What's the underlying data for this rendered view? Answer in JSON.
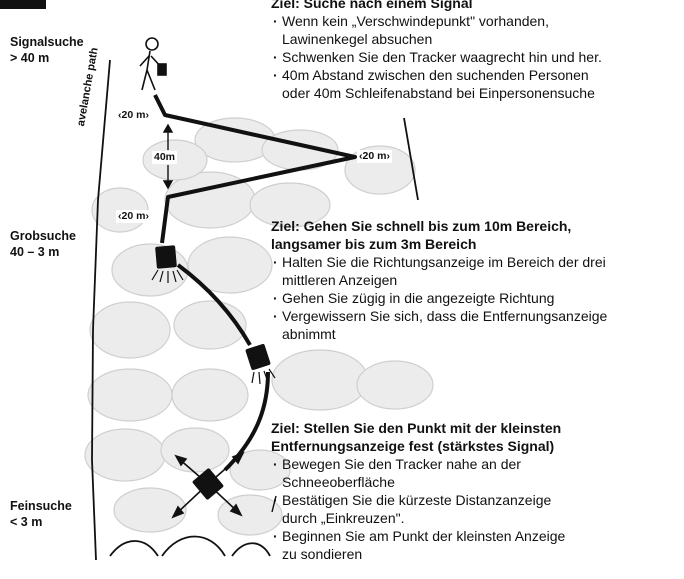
{
  "phases": {
    "signal_label": "Signalsuche\n> 40 m",
    "coarse_label": "Grobsuche\n40 – 3 m",
    "fine_label": "Feinsuche\n< 3 m"
  },
  "illustration": {
    "path_label": "avelanche path",
    "dist_a": "20 m",
    "dist_b": "20 m",
    "dist_c": "20 m",
    "dist_gap": "40m"
  },
  "sections": [
    {
      "title": "Ziel: Suche nach einem Signal",
      "bullets": [
        "Wenn kein „Verschwindepunkt\" vorhanden,\nLawinenkegel absuchen",
        "Schwenken Sie den Tracker waagrecht hin und her.",
        "40m Abstand zwischen den suchenden Personen\noder 40m Schleifenabstand bei Einpersonensuche"
      ]
    },
    {
      "title": "Ziel: Gehen Sie schnell bis zum 10m Bereich,\nlangsamer bis zum 3m Bereich",
      "bullets": [
        "Halten Sie die Richtungsanzeige im Bereich der drei\nmittleren Anzeigen",
        "Gehen Sie zügig in die angezeigte Richtung",
        "Vergewissern Sie sich, dass die Entfernungsanzeige\nabnimmt"
      ]
    },
    {
      "title": "Ziel: Stellen Sie den Punkt mit der kleinsten\nEntfernungsanzeige fest (stärkstes Signal)",
      "bullets": [
        "Bewegen Sie den Tracker nahe an der\nSchneeoberfläche",
        "Bestätigen Sie die kürzeste Distanzanzeige\ndurch „Einkreuzen\".",
        "Beginnen Sie am Punkt der kleinsten Anzeige\nzu sondieren"
      ]
    }
  ],
  "colors": {
    "ink": "#111111",
    "snow": "#e6e6e6",
    "snow_edge": "#c4c4c4"
  }
}
